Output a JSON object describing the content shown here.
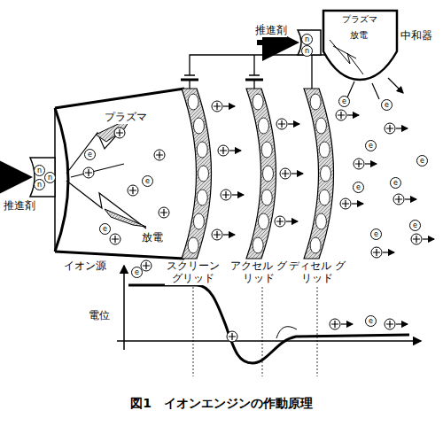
{
  "diagram": {
    "caption": "図1　イオンエンジンの作動原理",
    "labels": [
      "推進剤",
      "中和器",
      "プラズマ",
      "放電",
      "推進剤",
      "プラズマ",
      "放電",
      "イオン源",
      "スクリーン グリッド",
      "アクセル グリッド",
      "ディセル グリッド",
      "電位",
      "e",
      "e",
      "e",
      "e",
      "e",
      "e",
      "e",
      "e",
      "e",
      "e",
      "e",
      "e",
      "e",
      "n",
      "n",
      "n",
      "n",
      "n"
    ]
  }
}
